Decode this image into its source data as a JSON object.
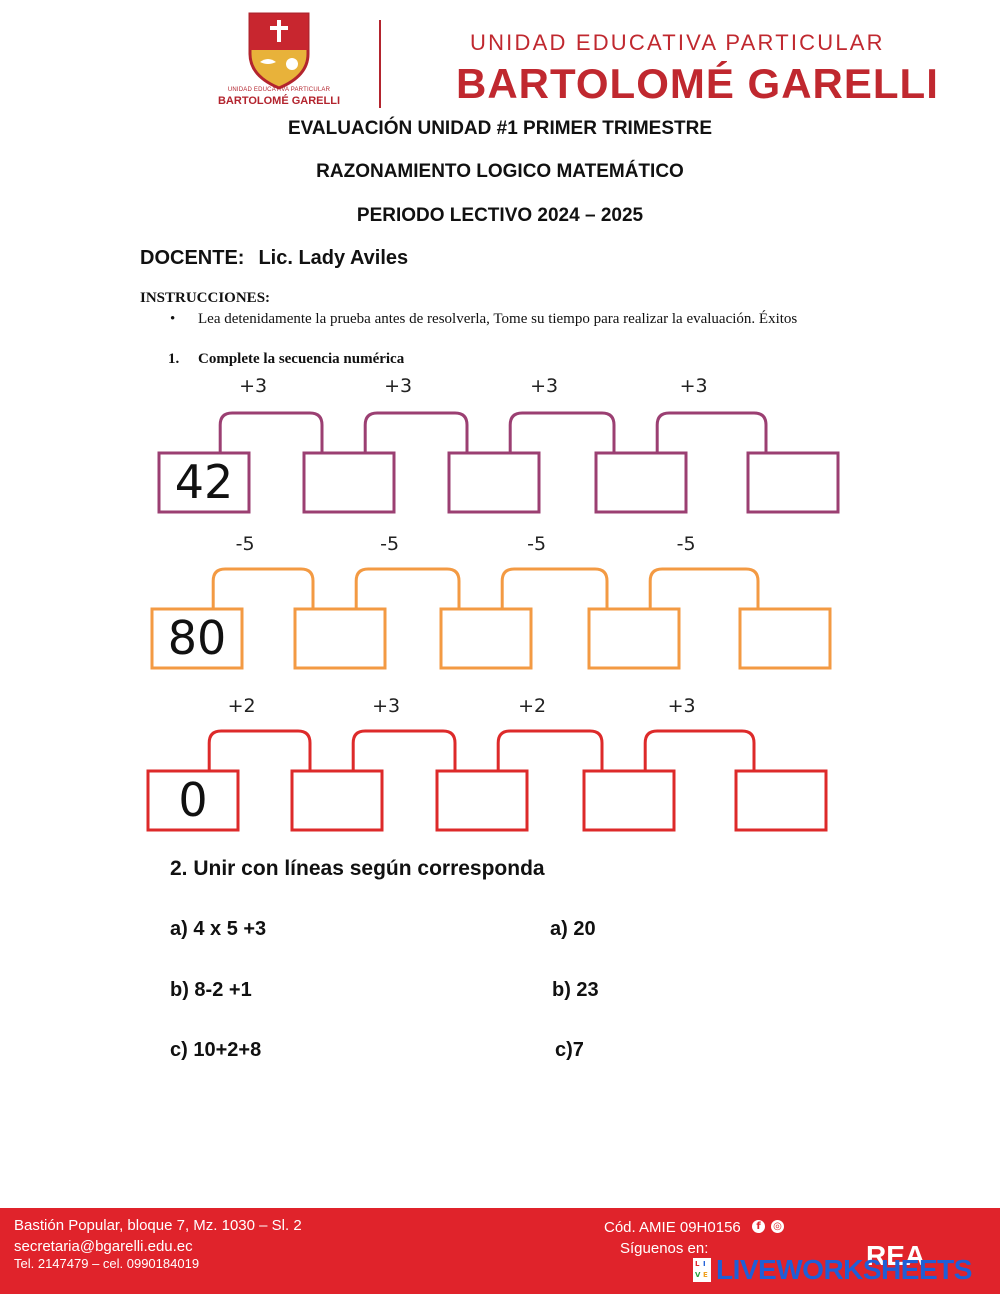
{
  "header": {
    "logo_small_line1": "UNIDAD EDUCATIVA PARTICULAR",
    "logo_small_line2": "BARTOLOMÉ GARELLI",
    "school_line1": "UNIDAD EDUCATIVA PARTICULAR",
    "school_line2": "BARTOLOMÉ GARELLI"
  },
  "titles": [
    "EVALUACIÓN UNIDAD #1 PRIMER TRIMESTRE",
    "RAZONAMIENTO LOGICO MATEMÁTICO",
    "PERIODO LECTIVO 2024 – 2025"
  ],
  "docente": {
    "label": "DOCENTE:",
    "value": "Lic. Lady Aviles"
  },
  "instructions": {
    "title": "INSTRUCCIONES:",
    "bullet": "•",
    "text": "Lea detenidamente la prueba antes de resolverla, Tome su tiempo para realizar la evaluación. Éxitos"
  },
  "question1": {
    "number": "1.",
    "text": "Complete la secuencia numérica",
    "sequences": [
      {
        "start": "42",
        "color": "#9b3f72",
        "ops": [
          "+3",
          "+3",
          "+3",
          "+3"
        ]
      },
      {
        "start": "80",
        "color": "#f39a43",
        "ops": [
          "-5",
          "-5",
          "-5",
          "-5"
        ]
      },
      {
        "start": "0",
        "color": "#dd2a2a",
        "ops": [
          "+2",
          "+3",
          "+2",
          "+3"
        ]
      }
    ]
  },
  "question2": {
    "title": "2.  Unir con líneas según corresponda",
    "left": [
      "a)  4 x 5 +3",
      "b)  8-2 +1",
      "c)  10+2+8"
    ],
    "right": [
      "a) 20",
      "b) 23",
      "c)7"
    ]
  },
  "footer": {
    "address": "Bastión Popular, bloque 7, Mz. 1030 – Sl. 2",
    "email": "secretaria@bgarelli.edu.ec",
    "phone": "Tel. 2147479 – cel. 0990184019",
    "amie": "Cód. AMIE 09H0156",
    "follow": "Síguenos en:",
    "rea": "REA",
    "liveworksheets": "LIVEWORKSHEETS"
  },
  "colors": {
    "brand_red": "#c0282f",
    "footer_red": "#e0232b",
    "lw_blue": "#1f5fd6"
  }
}
